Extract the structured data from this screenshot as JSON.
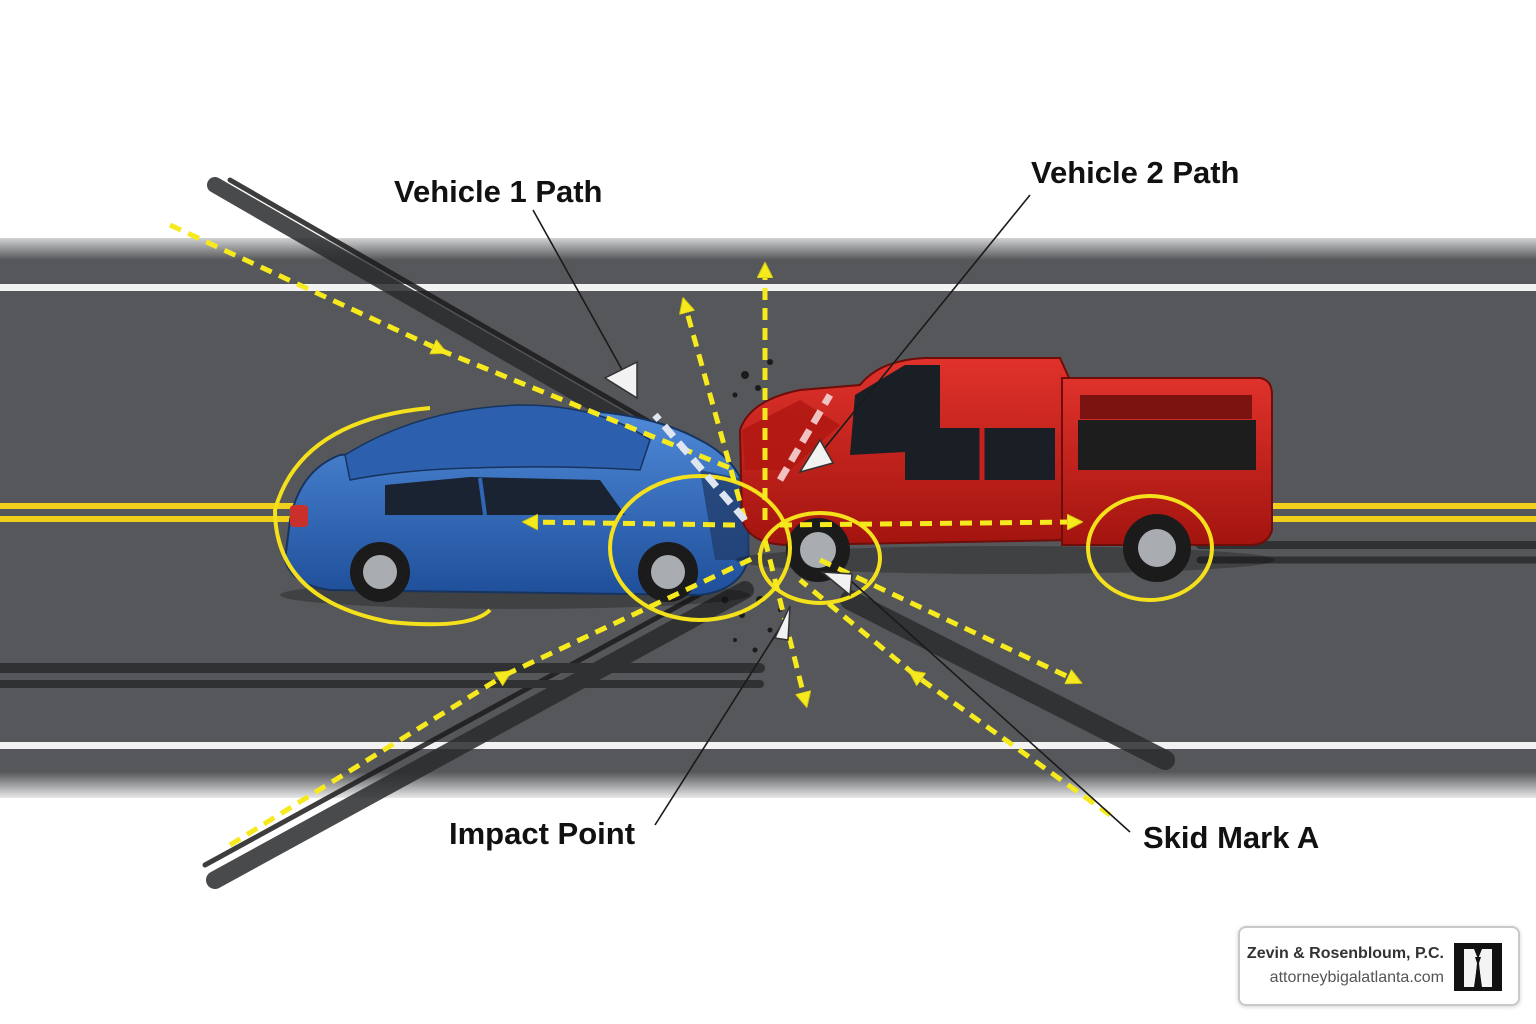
{
  "labels": {
    "vehicle1_path": "Vehicle 1 Path",
    "vehicle2_path": "Vehicle 2 Path",
    "impact_point": "Impact Point",
    "skid_mark": "Skid Mark A"
  },
  "branding": {
    "firm_name": "Zevin & Rosenbloum, P.C.",
    "website": "attorneybigalatlanta.com",
    "logo_icon": "suit-tie-icon"
  },
  "colors": {
    "road": "#55575a",
    "lane_white": "#f2f2f2",
    "center_yellow": "#f2cf1a",
    "path_yellow": "#f6ea1e",
    "vehicle1": "#2f66b8",
    "vehicle2": "#c7201d"
  }
}
